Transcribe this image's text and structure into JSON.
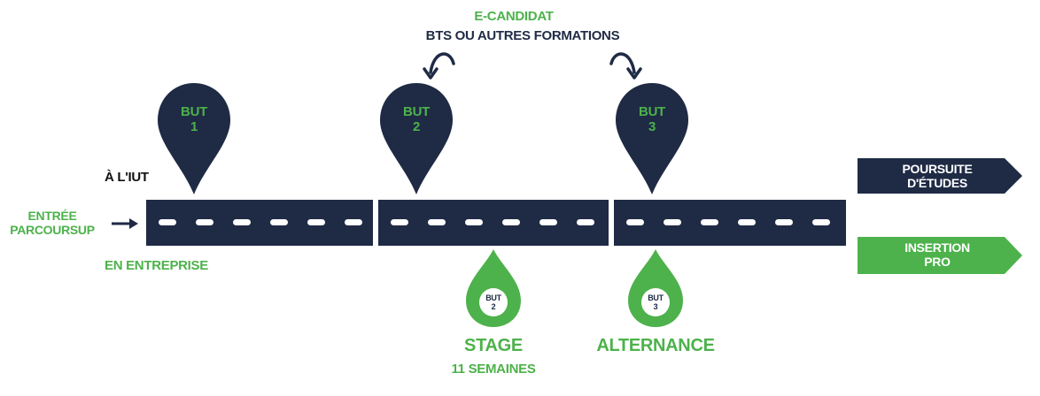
{
  "top_note": {
    "line1": "E-CANDIDAT",
    "line2": "BTS OU AUTRES FORMATIONS"
  },
  "entry": {
    "line1": "ENTRÉE",
    "line2": "PARCOURSUP"
  },
  "left_labels": {
    "iut": "À L'IUT",
    "company": "EN ENTREPRISE"
  },
  "top_markers": [
    {
      "line1": "BUT",
      "line2": "1"
    },
    {
      "line1": "BUT",
      "line2": "2"
    },
    {
      "line1": "BUT",
      "line2": "3"
    }
  ],
  "bottom_markers": [
    {
      "line1": "BUT",
      "line2": "2",
      "label": "STAGE",
      "sublabel": "11 SEMAINES"
    },
    {
      "line1": "BUT",
      "line2": "3",
      "label": "ALTERNANCE"
    }
  ],
  "outcomes": {
    "studies": {
      "line1": "POURSUITE",
      "line2": "D'ÉTUDES",
      "color": "#1f2b45"
    },
    "insertion": {
      "line1": "INSERTION",
      "line2": "PRO",
      "color": "#4db24b"
    }
  },
  "colors": {
    "navy": "#1f2b45",
    "green": "#4db24b",
    "white": "#ffffff"
  }
}
